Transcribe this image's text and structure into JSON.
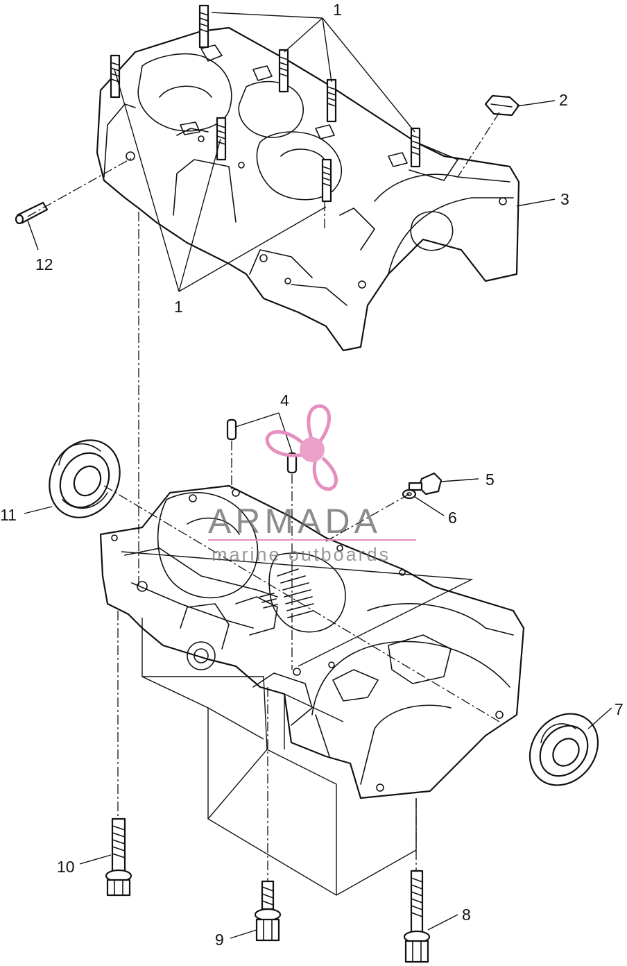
{
  "callouts": [
    {
      "id": "1",
      "label": "1"
    },
    {
      "id": "1b",
      "label": "1"
    },
    {
      "id": "2",
      "label": "2"
    },
    {
      "id": "3",
      "label": "3"
    },
    {
      "id": "4",
      "label": "4"
    },
    {
      "id": "5",
      "label": "5"
    },
    {
      "id": "6",
      "label": "6"
    },
    {
      "id": "7",
      "label": "7"
    },
    {
      "id": "8",
      "label": "8"
    },
    {
      "id": "9",
      "label": "9"
    },
    {
      "id": "10",
      "label": "10"
    },
    {
      "id": "11",
      "label": "11"
    },
    {
      "id": "12",
      "label": "12"
    }
  ],
  "watermark": {
    "brand": "ARMADA",
    "tagline": "marine outboards",
    "logo_icon": "propeller-icon",
    "color": "#e58fc0"
  }
}
